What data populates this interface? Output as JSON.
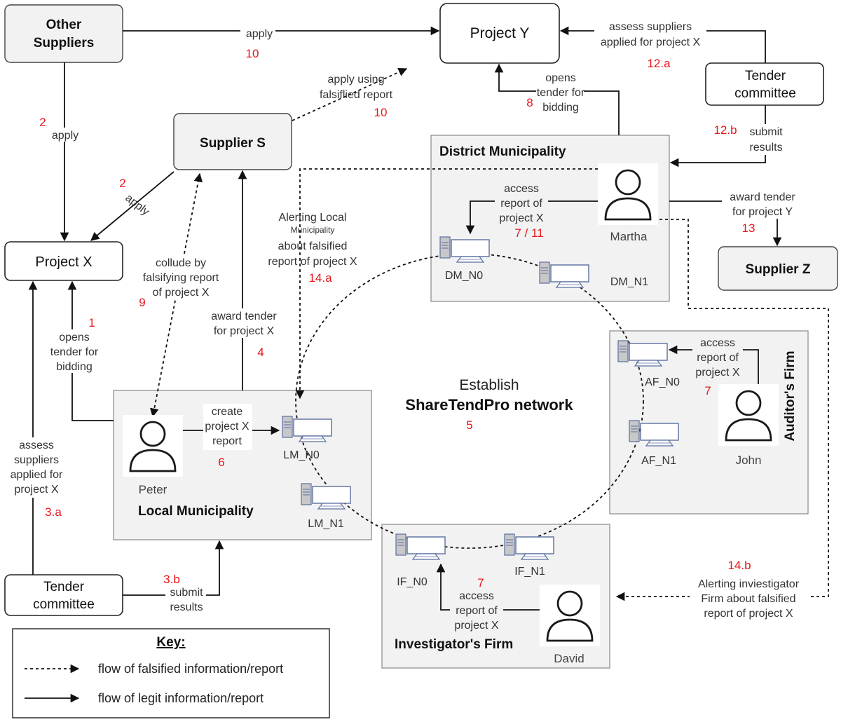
{
  "nodes": {
    "other_suppliers": "Other\nSuppliers",
    "project_y": "Project Y",
    "tender_committee_top": "Tender\ncommittee",
    "supplier_s": "Supplier S",
    "project_x": "Project X",
    "supplier_z": "Supplier Z",
    "tender_committee_bottom": "Tender\ncommittee"
  },
  "containers": {
    "district": "District Municipality",
    "local": "Local Municipality",
    "auditor": "Auditor's Firm",
    "investigator": "Investigator's Firm"
  },
  "people": {
    "martha": "Martha",
    "peter": "Peter",
    "john": "John",
    "david": "David"
  },
  "computers": {
    "dm_n0": "DM_N0",
    "dm_n1": "DM_N1",
    "lm_n0": "LM_N0",
    "lm_n1": "LM_N1",
    "af_n0": "AF_N0",
    "af_n1": "AF_N1",
    "if_n0": "IF_N0",
    "if_n1": "IF_N1"
  },
  "network": {
    "line1": "Establish",
    "line2": "ShareTendPro network",
    "step": "5"
  },
  "edges": {
    "apply_top": {
      "label": "apply",
      "step": "10"
    },
    "falsified_apply": {
      "label": "apply using\nfalsiflied report",
      "step": "10"
    },
    "assess_y": {
      "label": "assess suppliers\napplied for project X",
      "step": "12.a"
    },
    "opens_y": {
      "label": "opens\ntender for\nbidding",
      "step": "8"
    },
    "submit_top": {
      "label": "submit\nresults",
      "step": "12.b"
    },
    "apply_left": {
      "label": "apply",
      "step": "2"
    },
    "apply_s": {
      "label": "apply",
      "step": "2"
    },
    "collude": {
      "label": "collude by\nfalsifying report\nof project X",
      "step": "9"
    },
    "award_x": {
      "label": "award tender\nfor project X",
      "step": "4"
    },
    "alert_local_1": "Alerting Local",
    "alert_local_2": "Municipality",
    "alert_local_3": "about falsified\nreport of project X",
    "alert_local_step": "14.a",
    "access_dm": {
      "label": "access\nreport of\nproject X",
      "step": "7 / 11"
    },
    "award_y": {
      "label": "award tender\nfor project Y",
      "step": "13"
    },
    "opens_x": {
      "label": "opens\ntender for\nbidding",
      "step": "1"
    },
    "create_report": {
      "label": "create\nproject X\nreport",
      "step": "6"
    },
    "access_af": {
      "label": "access\nreport of\nproject X",
      "step": "7"
    },
    "assess_x": {
      "label": "assess\nsuppliers\napplied for\nproject X",
      "step": "3.a"
    },
    "submit_bottom": {
      "label": "submit\nresults",
      "step": "3.b"
    },
    "access_if": {
      "label": "access\nreport of\nproject X",
      "step": "7"
    },
    "alert_inv": {
      "label": "Alerting inviestigator\nFirm about falsified\nreport of project X",
      "step": "14.b"
    }
  },
  "legend": {
    "title": "Key:",
    "dashed": "flow of falsified information/report",
    "solid": "flow of legit information/report"
  }
}
